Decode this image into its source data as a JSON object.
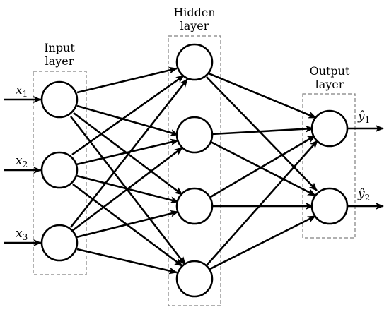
{
  "layers": {
    "input": {
      "title_line1": "Input",
      "title_line2": "layer"
    },
    "hidden": {
      "title_line1": "Hidden",
      "title_line2": "layer"
    },
    "output": {
      "title_line1": "Output",
      "title_line2": "layer"
    }
  },
  "inputs": [
    {
      "symbol": "x",
      "sub": "1"
    },
    {
      "symbol": "x",
      "sub": "2"
    },
    {
      "symbol": "x",
      "sub": "3"
    }
  ],
  "outputs": [
    {
      "symbol": "ŷ",
      "sub": "1"
    },
    {
      "symbol": "ŷ",
      "sub": "2"
    }
  ],
  "colors": {
    "stroke": "#000000",
    "box": "#808080",
    "node_fill": "#ffffff"
  }
}
